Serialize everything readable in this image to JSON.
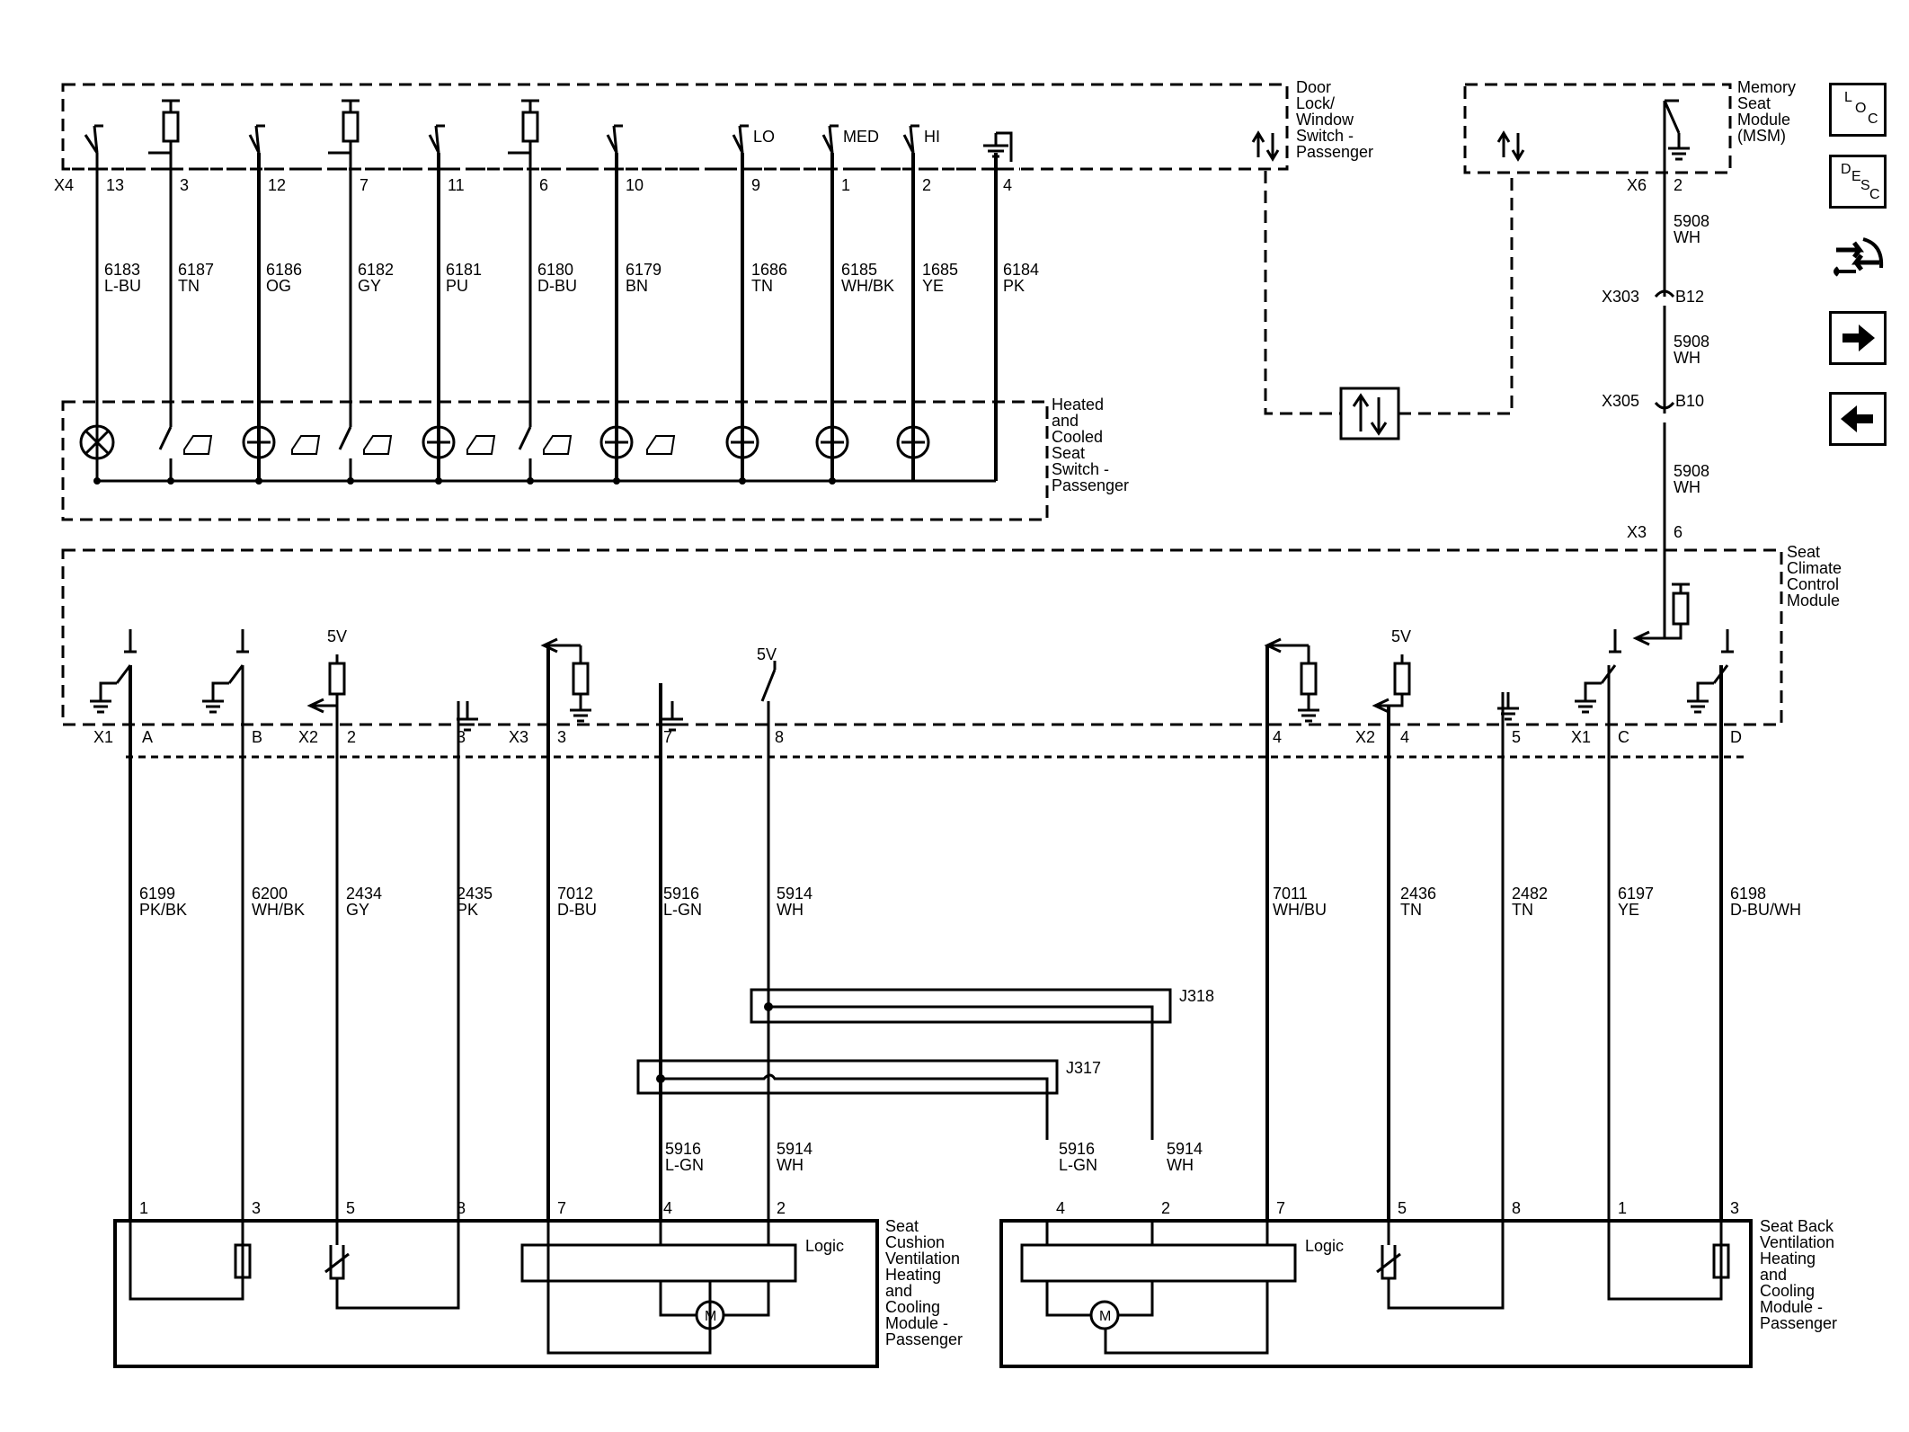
{
  "components": {
    "door_lock_switch": [
      "Door",
      "Lock/",
      "Window",
      "Switch -",
      "Passenger"
    ],
    "memory_seat_module": [
      "Memory",
      "Seat",
      "Module",
      "(MSM)"
    ],
    "heated_cooled_switch": [
      "Heated",
      "and",
      "Cooled",
      "Seat",
      "Switch -",
      "Passenger"
    ],
    "seat_climate_module": [
      "Seat",
      "Climate",
      "Control",
      "Module"
    ],
    "cushion_module": [
      "Seat",
      "Cushion",
      "Ventilation",
      "Heating",
      "and",
      "Cooling",
      "Module -",
      "Passenger"
    ],
    "back_module": [
      "Seat Back",
      "Ventilation",
      "Heating",
      "and",
      "Cooling",
      "Module -",
      "Passenger"
    ]
  },
  "top_connector": "X4",
  "top_wires": [
    {
      "pin": "13",
      "circuit": "6183",
      "color": "L-BU"
    },
    {
      "pin": "3",
      "circuit": "6187",
      "color": "TN"
    },
    {
      "pin": "12",
      "circuit": "6186",
      "color": "OG"
    },
    {
      "pin": "7",
      "circuit": "6182",
      "color": "GY"
    },
    {
      "pin": "11",
      "circuit": "6181",
      "color": "PU"
    },
    {
      "pin": "6",
      "circuit": "6180",
      "color": "D-BU"
    },
    {
      "pin": "10",
      "circuit": "6179",
      "color": "BN"
    },
    {
      "pin": "9",
      "circuit": "1686",
      "color": "TN"
    },
    {
      "pin": "1",
      "circuit": "6185",
      "color": "WH/BK"
    },
    {
      "pin": "2",
      "circuit": "1685",
      "color": "YE"
    },
    {
      "pin": "4",
      "circuit": "6184",
      "color": "PK"
    }
  ],
  "switch_levels": [
    "LO",
    "MED",
    "HI"
  ],
  "msm_chain": {
    "msm_connector": "X6",
    "msm_pin": "2",
    "inline1": "X303",
    "inline1_pin": "B12",
    "inline2": "X305",
    "inline2_pin": "B10",
    "sccm_connector": "X3",
    "sccm_pin": "6",
    "circuit": "5908",
    "color": "WH"
  },
  "supply": "5V",
  "bottom_wires": [
    {
      "conn": "X1",
      "pin": "A",
      "circuit": "6199",
      "color": "PK/BK",
      "dest_pin": "1"
    },
    {
      "conn": "",
      "pin": "B",
      "circuit": "6200",
      "color": "WH/BK",
      "dest_pin": "3"
    },
    {
      "conn": "X2",
      "pin": "2",
      "circuit": "2434",
      "color": "GY",
      "dest_pin": "5"
    },
    {
      "conn": "",
      "pin": "3",
      "circuit": "2435",
      "color": "PK",
      "dest_pin": "8"
    },
    {
      "conn": "X3",
      "pin": "3",
      "circuit": "7012",
      "color": "D-BU",
      "dest_pin": "7"
    },
    {
      "conn": "",
      "pin": "7",
      "circuit": "5916",
      "color": "L-GN",
      "dest_pin": "4"
    },
    {
      "conn": "",
      "pin": "8",
      "circuit": "5914",
      "color": "WH",
      "dest_pin": "2"
    },
    {
      "conn": "",
      "pin": "4",
      "circuit": "7011",
      "color": "WH/BU",
      "dest_pin": "7"
    },
    {
      "conn": "X2",
      "pin": "4",
      "circuit": "2436",
      "color": "TN",
      "dest_pin": "5"
    },
    {
      "conn": "",
      "pin": "5",
      "circuit": "2482",
      "color": "TN",
      "dest_pin": "8"
    },
    {
      "conn": "X1",
      "pin": "C",
      "circuit": "6197",
      "color": "YE",
      "dest_pin": "1"
    },
    {
      "conn": "",
      "pin": "D",
      "circuit": "6198",
      "color": "D-BU/WH",
      "dest_pin": "3"
    }
  ],
  "splices": [
    "J318",
    "J317"
  ],
  "splice_branches": [
    {
      "circuit": "5916",
      "color": "L-GN"
    },
    {
      "circuit": "5914",
      "color": "WH"
    },
    {
      "circuit": "5916",
      "color": "L-GN"
    },
    {
      "circuit": "5914",
      "color": "WH"
    }
  ],
  "cushion_pins": [
    "1",
    "3",
    "5",
    "8",
    "7",
    "4",
    "2"
  ],
  "back_pins": [
    "4",
    "2",
    "7",
    "5",
    "8",
    "1",
    "3"
  ],
  "logic_label": "Logic",
  "motor_label": "M",
  "nav": {
    "loc": [
      "L",
      "O",
      "C"
    ],
    "desc": [
      "D",
      "E",
      "S",
      "C"
    ]
  }
}
